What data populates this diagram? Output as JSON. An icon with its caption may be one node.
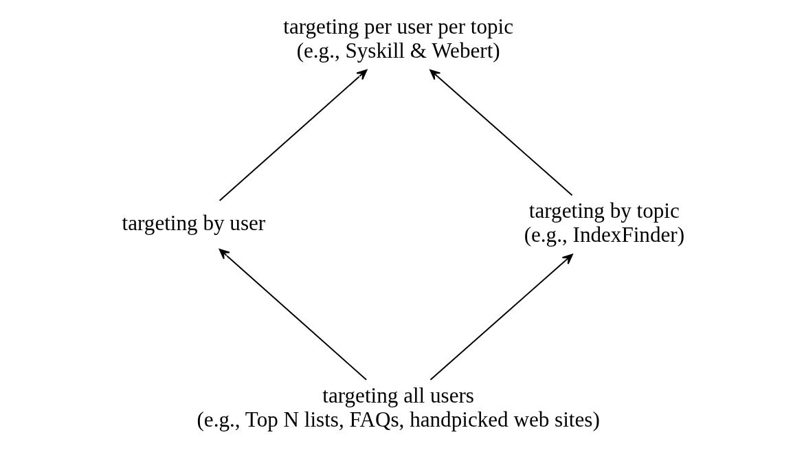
{
  "diagram": {
    "nodes": [
      {
        "text": [
          "targeting per user per topic",
          "(e.g., Syskill & Webert)"
        ]
      },
      {
        "text": [
          "targeting by user"
        ]
      },
      {
        "text": [
          "targeting by topic",
          "(e.g., IndexFinder)"
        ]
      },
      {
        "text": [
          "targeting all users",
          "(e.g., Top N lists, FAQs, handpicked web sites)"
        ]
      }
    ],
    "edges": [
      {
        "from": 1,
        "to": 0,
        "arrow": "to"
      },
      {
        "from": 2,
        "to": 0,
        "arrow": "to"
      },
      {
        "from": 3,
        "to": 1,
        "arrow": "to"
      },
      {
        "from": 3,
        "to": 2,
        "arrow": "to"
      }
    ]
  }
}
